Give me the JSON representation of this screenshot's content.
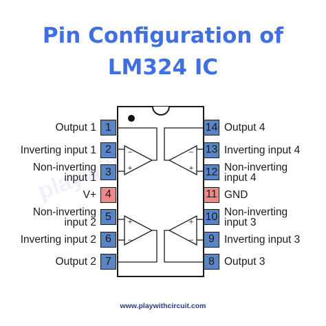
{
  "title": {
    "line1": "Pin Configuration of",
    "line2": "LM324 IC"
  },
  "watermark": "playwithcircuit",
  "footer": "www.playwithcircuit.com",
  "colors": {
    "title": "#3f6fe0",
    "pin_fill": "#5b84c4",
    "power_pin_fill": "#f08a8a",
    "footer": "#2b3a8c"
  },
  "left_pins": [
    {
      "num": "1",
      "lines": [
        "Output 1"
      ],
      "power": false
    },
    {
      "num": "2",
      "lines": [
        "Inverting input 1"
      ],
      "power": false
    },
    {
      "num": "3",
      "lines": [
        "Non-inverting",
        "input 1"
      ],
      "power": false
    },
    {
      "num": "4",
      "lines": [
        "V+"
      ],
      "power": true
    },
    {
      "num": "5",
      "lines": [
        "Non-inverting",
        "input 2"
      ],
      "power": false
    },
    {
      "num": "6",
      "lines": [
        "Inverting input 2"
      ],
      "power": false
    },
    {
      "num": "7",
      "lines": [
        "Output 2"
      ],
      "power": false
    }
  ],
  "right_pins": [
    {
      "num": "14",
      "lines": [
        "Output 4"
      ],
      "power": false
    },
    {
      "num": "13",
      "lines": [
        "Inverting input 4"
      ],
      "power": false
    },
    {
      "num": "12",
      "lines": [
        "Non-inverting",
        "input 4"
      ],
      "power": false
    },
    {
      "num": "11",
      "lines": [
        "GND"
      ],
      "power": true
    },
    {
      "num": "10",
      "lines": [
        "Non-inverting",
        "input 3"
      ],
      "power": false
    },
    {
      "num": "9",
      "lines": [
        "Inverting input 3"
      ],
      "power": false
    },
    {
      "num": "8",
      "lines": [
        "Output 3"
      ],
      "power": false
    }
  ],
  "opamp_signs": {
    "minus": "−",
    "plus": "+"
  }
}
